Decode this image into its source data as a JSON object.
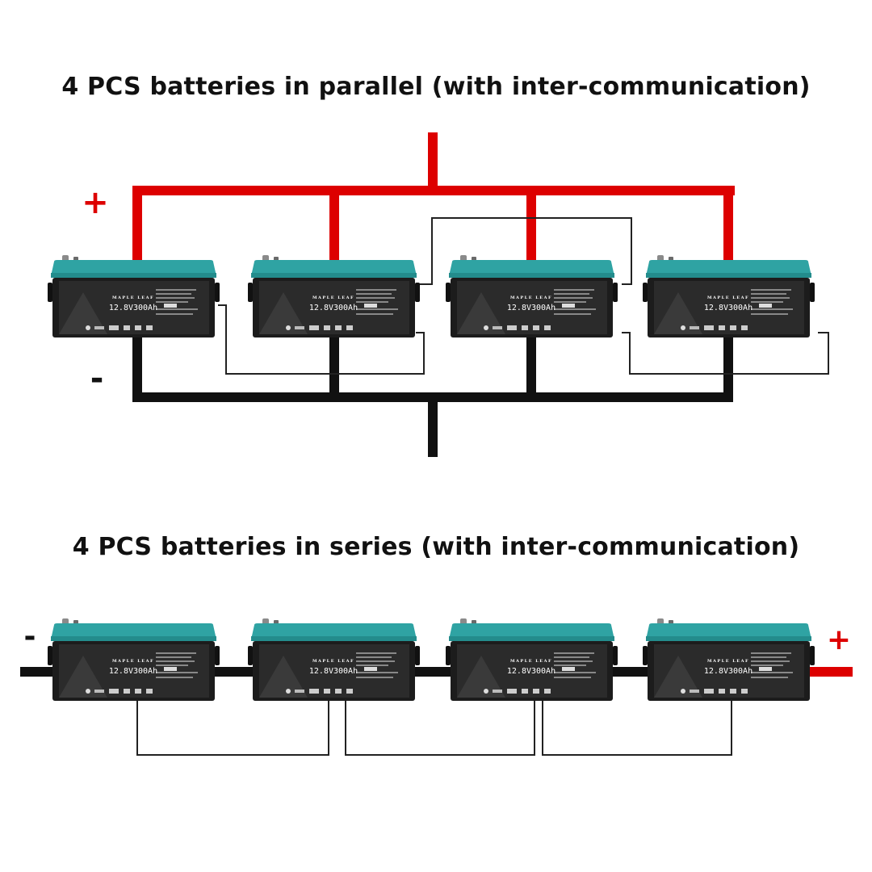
{
  "parallel": {
    "title": "4 PCS batteries in parallel (with inter-communication)",
    "plus_label": "+",
    "minus_label": "-"
  },
  "series": {
    "title": "4 PCS batteries in series (with inter-communication)",
    "plus_label": "+",
    "minus_label": "-"
  },
  "battery": {
    "brand": "MAPLE LEAF",
    "rating": "12.8V300Ah"
  },
  "colors": {
    "positive_wire": "#dd0000",
    "negative_wire": "#111111",
    "comm_wire": "#222222",
    "battery_lid": "#2fa3a3",
    "battery_body": "#1c1c1c",
    "battery_label": "#2b2b2b"
  }
}
